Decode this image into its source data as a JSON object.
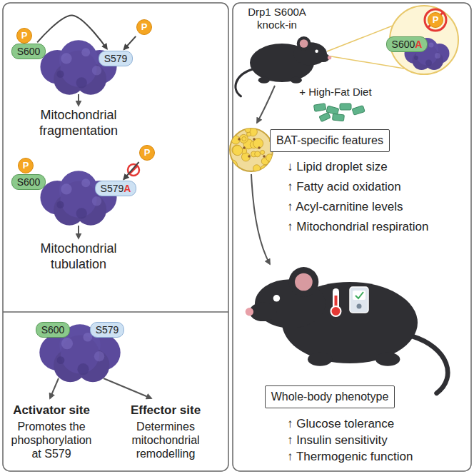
{
  "diagram": {
    "nodes": [
      {
        "text": [
          "P"
        ]
      },
      {
        "text": [
          "P"
        ]
      },
      {
        "text": [
          "S600"
        ]
      },
      {
        "text": [
          "S579"
        ]
      },
      {
        "text": [
          "P"
        ]
      },
      {
        "text": [
          "P"
        ]
      },
      {
        "text": [
          "S600"
        ]
      },
      {
        "text": [
          "S579A"
        ]
      },
      {
        "text": [
          "S600"
        ]
      },
      {
        "text": [
          "S579"
        ]
      },
      {
        "text": [
          "P"
        ]
      },
      {
        "text": [
          "S600A"
        ]
      },
      {
        "text": [
          "BAT-specific features"
        ]
      },
      {
        "text": [
          "Whole-body phenotype"
        ]
      }
    ],
    "edges": [
      {
        "from": 2,
        "to": 3,
        "arrow": "to"
      },
      {
        "from": 1,
        "to": 3,
        "arrow": "to"
      },
      {
        "from": 5,
        "to": 7,
        "arrow": "to"
      }
    ],
    "labels": [
      "Mitochondrial fragmentation",
      "Mitochondrial tubulation",
      "Activator site",
      "Promotes the phosphorylation at S579",
      "Effector site",
      "Determines mitochondrial remodelling",
      "Drp1 S600A knock-in",
      "+ High-Fat Diet",
      "↓ Lipid droplet size",
      "↑ Fatty acid oxidation",
      "↑ Acyl-carnitine levels",
      "↑ Mitochondrial respiration",
      "↑ Glucose tolerance",
      "↑ Insulin sensitivity",
      "↑ Thermogenic function"
    ]
  }
}
